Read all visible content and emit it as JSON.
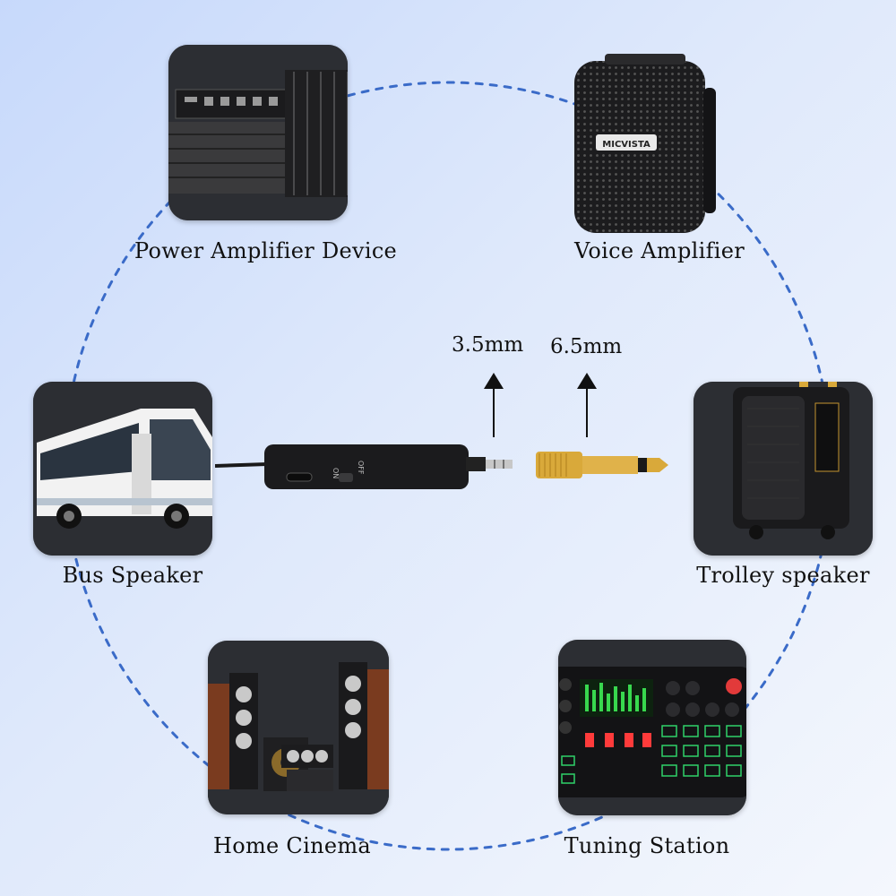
{
  "devices": {
    "power_amplifier": {
      "label": "Power Amplifier Device"
    },
    "voice_amplifier": {
      "label": "Voice Amplifier",
      "brand": "MICVISTA"
    },
    "bus_speaker": {
      "label": "Bus Speaker"
    },
    "trolley_speaker": {
      "label": "Trolley speaker"
    },
    "home_cinema": {
      "label": "Home Cinema"
    },
    "tuning_station": {
      "label": "Tuning Station"
    }
  },
  "adapter": {
    "plug_small": "3.5mm",
    "plug_large": "6.5mm",
    "switch_on": "ON",
    "switch_off": "OFF"
  },
  "colors": {
    "ring": "#3a6bc8",
    "tile": "#2c2e33",
    "gold": "#d9a93a"
  }
}
